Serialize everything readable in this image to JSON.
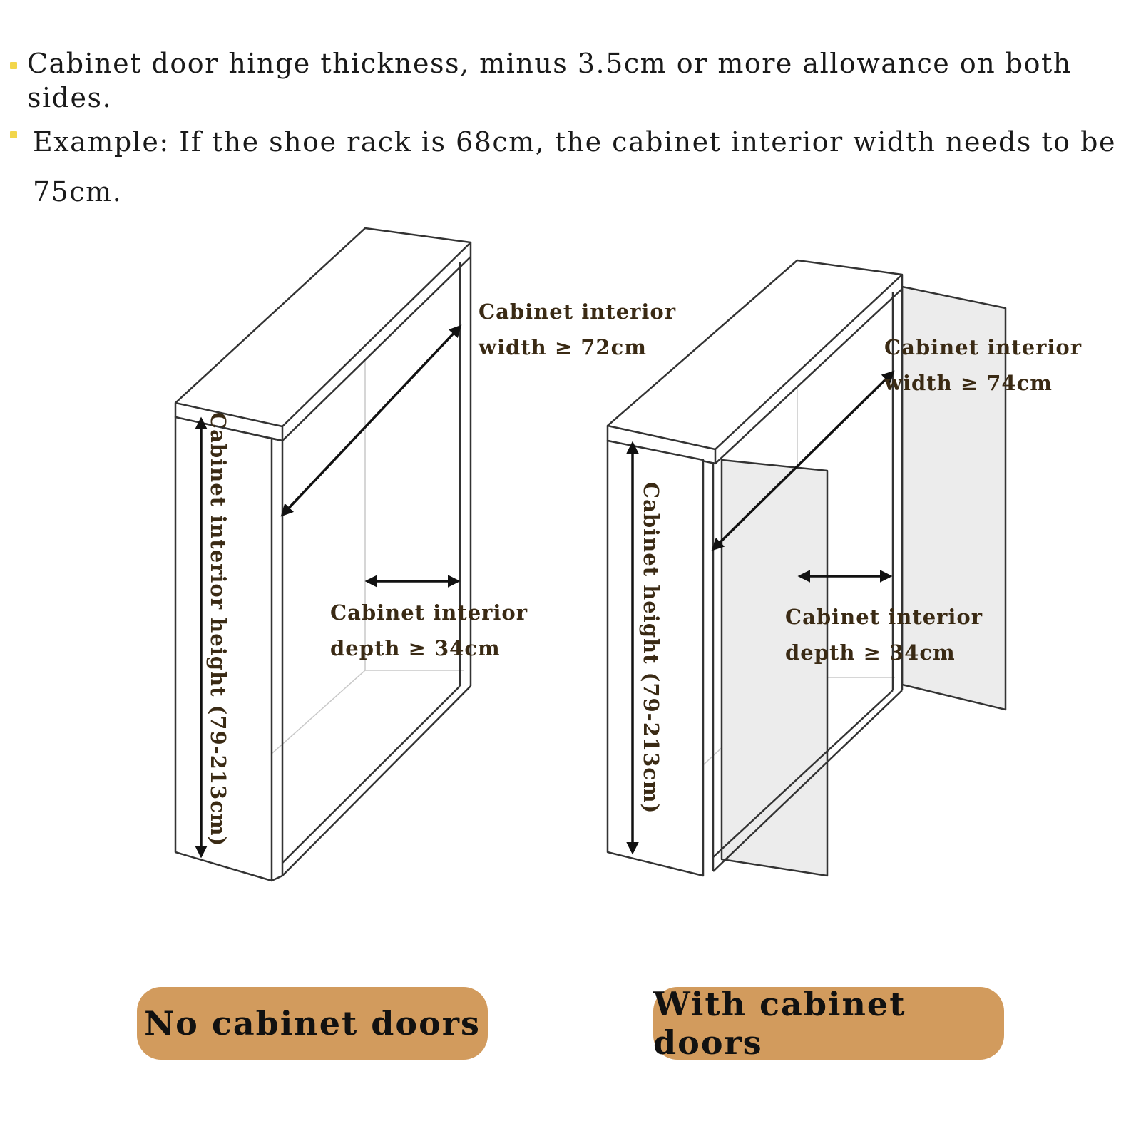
{
  "notes": {
    "line1": "Cabinet door hinge thickness, minus 3.5cm or more allowance on both sides.",
    "line2": "Example: If the shoe rack is 68cm, the cabinet interior width needs to be 75cm."
  },
  "colors": {
    "bullet": "#f2d64b",
    "label_text": "#3a2a14",
    "pill_bg": "#d29b5d",
    "door_panel": "#ececec"
  },
  "left_cabinet": {
    "width_label_1": "Cabinet interior",
    "width_label_2": "width ≥ 72cm",
    "depth_label_1": "Cabinet interior",
    "depth_label_2": "depth ≥ 34cm",
    "height_label": "Cabinet interior height (79-213cm)",
    "caption": "No cabinet doors"
  },
  "right_cabinet": {
    "width_label_1": "Cabinet interior",
    "width_label_2": "width ≥ 74cm",
    "depth_label_1": "Cabinet interior",
    "depth_label_2": "depth ≥ 34cm",
    "height_label": "Cabinet height (79-213cm)",
    "caption": "With cabinet doors"
  }
}
